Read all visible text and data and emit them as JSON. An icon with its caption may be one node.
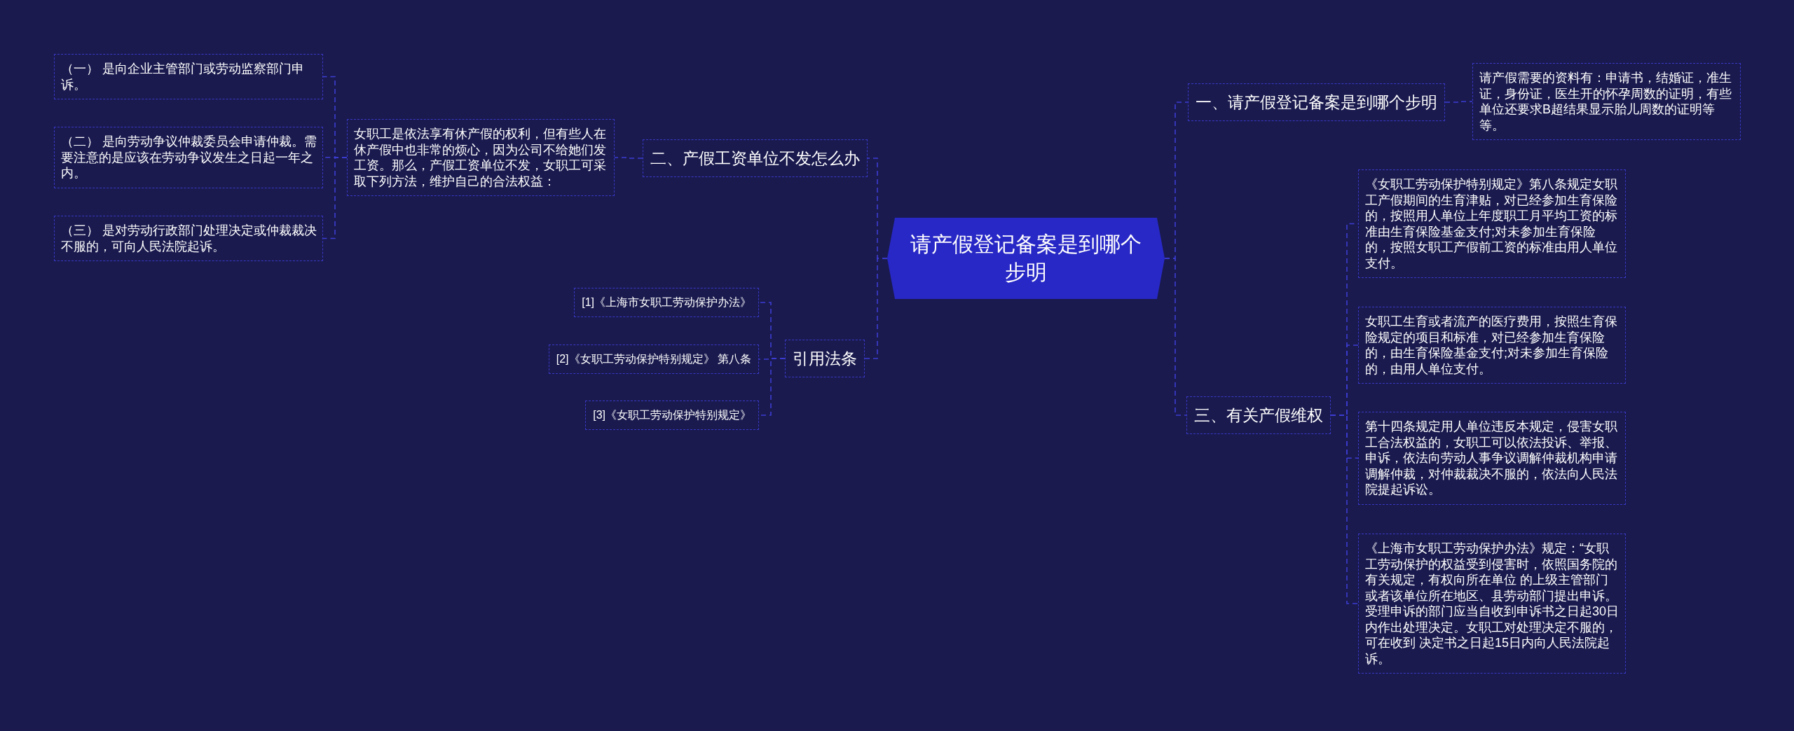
{
  "diagram": {
    "nodes": [
      {
        "text": [
          "请产假登记备案是到哪个步明"
        ]
      },
      {
        "text": [
          "一、请产假登记备案是到哪个步明"
        ]
      },
      {
        "text": [
          "请产假需要的资料有：申请书，结婚证，准生证，身份证，医生开的怀孕周数的证明，有些单位还要求B超结果显示胎儿周数的证明等等。"
        ]
      },
      {
        "text": [
          "三、有关产假维权"
        ]
      },
      {
        "text": [
          "《女职工劳动保护特别规定》第八条规定女职工产假期间的生育津贴，对已经参加生育保险的，按照用人单位上年度职工月平均工资的标准由生育保险基金支付;对未参加生育保险的，按照女职工产假前工资的标准由用人单位支付。"
        ]
      },
      {
        "text": [
          "女职工生育或者流产的医疗费用，按照生育保险规定的项目和标准，对已经参加生育保险的，由生育保险基金支付;对未参加生育保险的，由用人单位支付。"
        ]
      },
      {
        "text": [
          "第十四条规定用人单位违反本规定，侵害女职工合法权益的，女职工可以依法投诉、举报、申诉，依法向劳动人事争议调解仲裁机构申请调解仲裁，对仲裁裁决不服的，依法向人民法院提起诉讼。"
        ]
      },
      {
        "text": [
          "《上海市女职工劳动保护办法》规定：“女职工劳动保护的权益受到侵害时，依照国务院的有关规定，有权向所在单位 的上级主管部门或者该单位所在地区、县劳动部门提出申诉。受理申诉的部门应当自收到申诉书之日起30日内作出处理决定。女职工对处理决定不服的，可在收到 决定书之日起15日内向人民法院起诉。"
        ]
      },
      {
        "text": [
          "二、产假工资单位不发怎么办"
        ]
      },
      {
        "text": [
          "女职工是依法享有休产假的权利，但有些人在休产假中也非常的烦心，因为公司不给她们发工资。那么，产假工资单位不发，女职工可采取下列方法，维护自己的合法权益："
        ]
      },
      {
        "text": [
          "（一） 是向企业主管部门或劳动监察部门申诉。"
        ]
      },
      {
        "text": [
          "（二） 是向劳动争议仲裁委员会申请仲裁。需要注意的是应该在劳动争议发生之日起一年之内。"
        ]
      },
      {
        "text": [
          "（三） 是对劳动行政部门处理决定或仲裁裁决不服的，可向人民法院起诉。"
        ]
      },
      {
        "text": [
          "引用法条"
        ]
      },
      {
        "text": [
          "[1]《上海市女职工劳动保护办法》"
        ]
      },
      {
        "text": [
          "[2]《女职工劳动保护特别规定》 第八条"
        ]
      },
      {
        "text": [
          "[3]《女职工劳动保护特别规定》"
        ]
      }
    ],
    "edges": [
      {
        "from": 0,
        "to": 1,
        "arrow": "none",
        "style": "dashed"
      },
      {
        "from": 1,
        "to": 2,
        "arrow": "none",
        "style": "dashed"
      },
      {
        "from": 0,
        "to": 3,
        "arrow": "none",
        "style": "dashed"
      },
      {
        "from": 3,
        "to": 4,
        "arrow": "none",
        "style": "dashed"
      },
      {
        "from": 3,
        "to": 5,
        "arrow": "none",
        "style": "dashed"
      },
      {
        "from": 3,
        "to": 6,
        "arrow": "none",
        "style": "dashed"
      },
      {
        "from": 3,
        "to": 7,
        "arrow": "none",
        "style": "dashed"
      },
      {
        "from": 0,
        "to": 8,
        "arrow": "none",
        "style": "dashed"
      },
      {
        "from": 8,
        "to": 9,
        "arrow": "none",
        "style": "dashed"
      },
      {
        "from": 9,
        "to": 10,
        "arrow": "none",
        "style": "dashed"
      },
      {
        "from": 9,
        "to": 11,
        "arrow": "none",
        "style": "dashed"
      },
      {
        "from": 9,
        "to": 12,
        "arrow": "none",
        "style": "dashed"
      },
      {
        "from": 0,
        "to": 13,
        "arrow": "none",
        "style": "dashed"
      },
      {
        "from": 13,
        "to": 14,
        "arrow": "none",
        "style": "dashed"
      },
      {
        "from": 13,
        "to": 15,
        "arrow": "none",
        "style": "dashed"
      },
      {
        "from": 13,
        "to": 16,
        "arrow": "none",
        "style": "dashed"
      }
    ]
  }
}
